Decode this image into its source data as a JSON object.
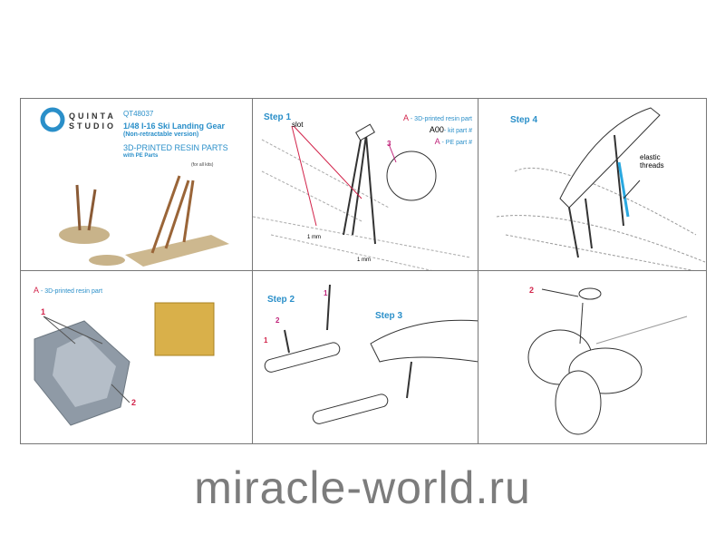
{
  "brand": {
    "line1": "QUINTA",
    "line2": "STUDIO"
  },
  "product": {
    "code": "QT48037",
    "title": "1/48 I-16 Ski Landing Gear",
    "subtitle": "(Non-retractable version)",
    "parts": "3D-PRINTED RESIN PARTS",
    "with": "with PE Parts",
    "note": "(for all kits)"
  },
  "step1": {
    "label": "Step 1",
    "slot": "slot",
    "callout3": "3",
    "dim1": "1 mm",
    "dim2": "1 mm"
  },
  "legend": {
    "a_resin": "A",
    "a_resin_text": "- 3D-printed resin part",
    "kit": "A00",
    "kit_text": "- kit part #",
    "a_pe": "A",
    "a_pe_text": "- PE part #"
  },
  "step4": {
    "label": "Step 4",
    "elastic": "elastic threads"
  },
  "panel4": {
    "a": "A",
    "a_text": "- 3D-printed resin part",
    "c1": "1",
    "c2": "2"
  },
  "panel5": {
    "step2": "Step 2",
    "step3": "Step 3",
    "c1": "1",
    "c2": "2",
    "c1b": "1"
  },
  "panel6": {
    "c2": "2"
  },
  "watermark": "miracle-world.ru",
  "colors": {
    "accent": "#2a8fc9",
    "red": "#d2234a",
    "magenta": "#c0237a"
  }
}
